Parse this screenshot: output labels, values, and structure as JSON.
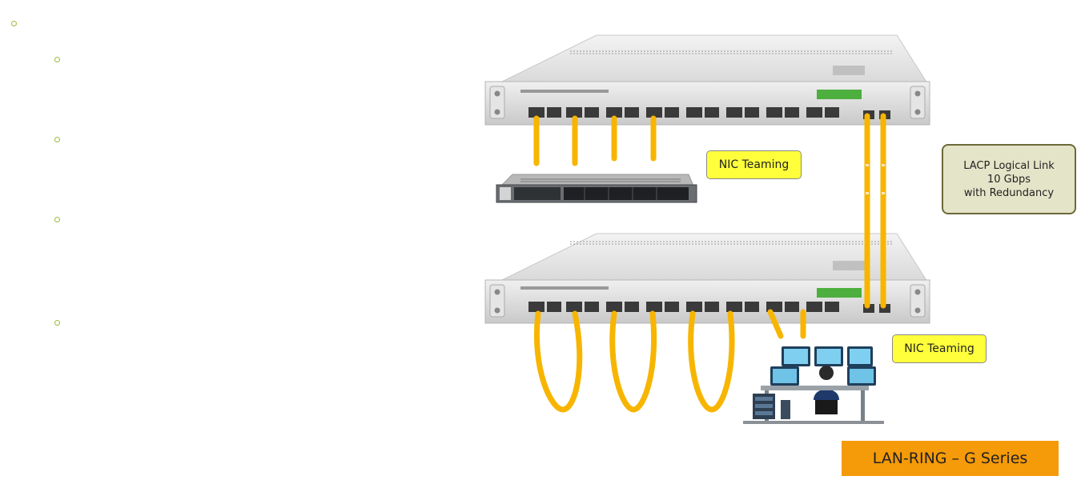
{
  "callouts": {
    "nic_teaming_top": "NIC Teaming",
    "nic_teaming_bottom": "NIC Teaming",
    "lacp": "LACP Logical Link\n10 Gbps\nwith Redundancy"
  },
  "brand_label": "LAN-RING – G Series",
  "colors": {
    "cable": "#f7b500",
    "callout_yellow": "#ffff3c",
    "lacp_fill": "#e4e4c8",
    "brand_orange": "#f59a09",
    "bullet": "#9bbb3b"
  }
}
